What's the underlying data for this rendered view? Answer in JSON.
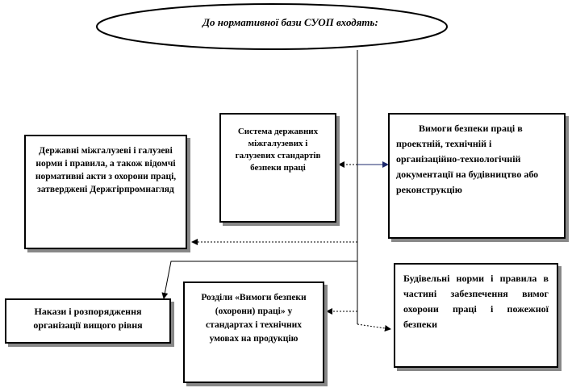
{
  "diagram": {
    "title": "До нормативної бази СУОП входять:",
    "boxes": {
      "standards_system": "Система державних міжгалузевих і галузевих стандартів безпеки праці",
      "design_requirements": "Вимоги безпеки праці в проектній, технічній і організаційно-технологічній документації на будівництво або реконструкцію",
      "state_norms": "Державні міжгалузеві і галузеві норми і правила, а також відомчі нормативні акти з охорони праці, затверджені Держгірпромнагляд",
      "orders": "Накази і розпорядження організації вищого рівня",
      "standard_sections": "Розділи «Вимоги безпеки (охорони) праці» у стандартах і технічних умовах на продукцію",
      "building_norms": "Будівельні норми і правила в частині забезпечення вимог охорони праці і пожежної безпеки"
    }
  }
}
